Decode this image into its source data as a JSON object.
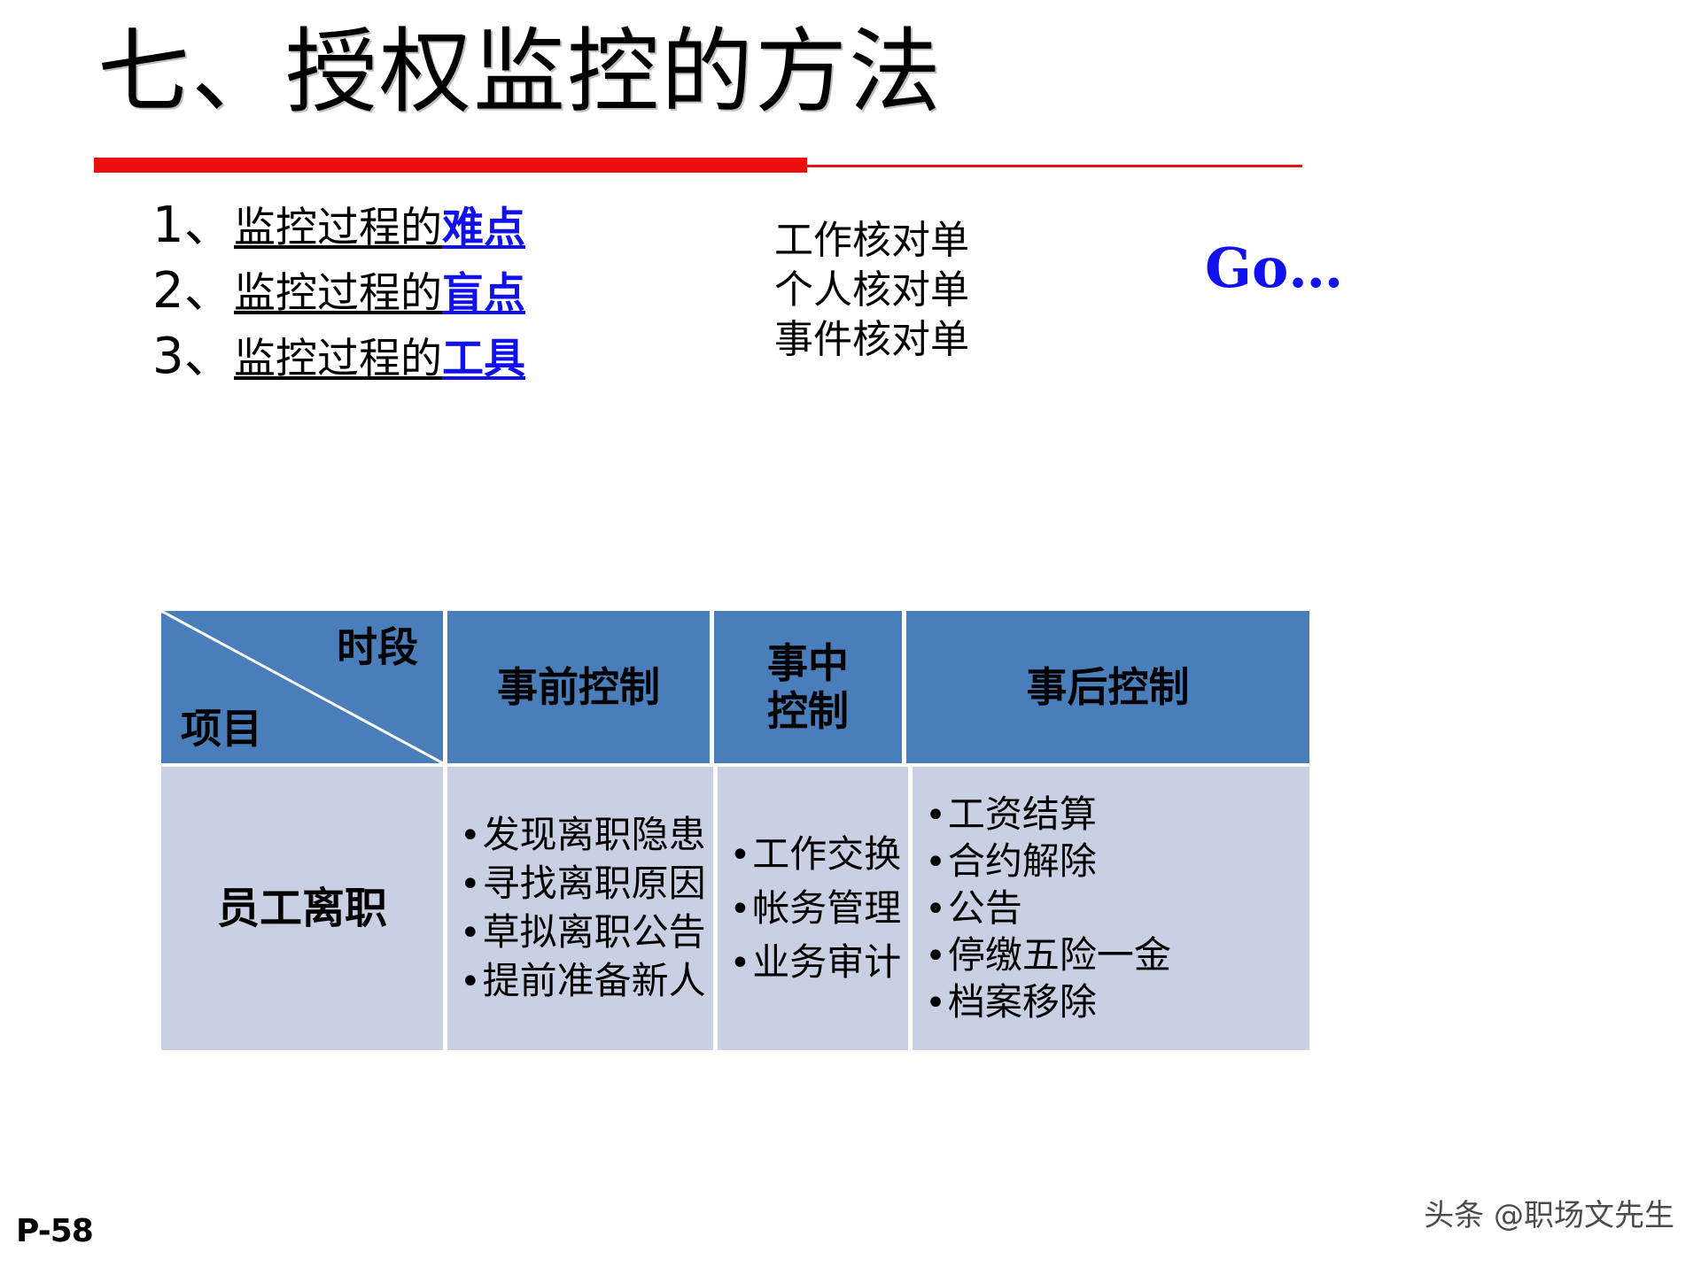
{
  "slide": {
    "title": "七、授权监控的方法",
    "page_number": "P-58",
    "watermark": "头条 @职场文先生",
    "accent_red": "#ec0d0d",
    "accent_blue": "#1111ee",
    "table_header_bg": "#4a7ebb",
    "table_body_bg": "#c9d0e3"
  },
  "list": [
    {
      "num": "1、",
      "prefix": "监控过程的",
      "highlight": "难点"
    },
    {
      "num": "2、",
      "prefix": "监控过程的",
      "highlight": "盲点"
    },
    {
      "num": "3、",
      "prefix": "监控过程的",
      "highlight": "工具"
    }
  ],
  "checklist": {
    "items": [
      "工作核对单",
      "个人核对单",
      "事件核对单"
    ],
    "go_label": "Go…",
    "go_icon": "play-triangle-icon"
  },
  "table": {
    "corner": {
      "top_label": "时段",
      "bottom_label": "项目"
    },
    "headers": [
      "事前控制",
      "事中\n控制",
      "事后控制"
    ],
    "rows": [
      {
        "label": "员工离职",
        "cells": [
          [
            "发现离职隐患",
            "寻找离职原因",
            "草拟离职公告",
            "提前准备新人"
          ],
          [
            "工作交换",
            "帐务管理",
            "业务审计"
          ],
          [
            "工资结算",
            "合约解除",
            "公告",
            "停缴五险一金",
            "档案移除"
          ]
        ]
      }
    ]
  }
}
